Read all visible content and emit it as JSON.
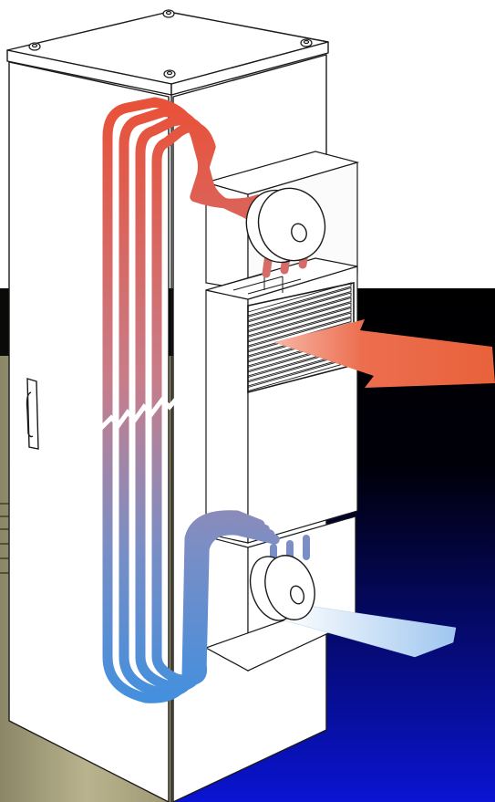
{
  "colors": {
    "page": "#ffffff",
    "dark_top": "#000000",
    "dark_bottom": "#0a14d2",
    "beige": "#b3ad86",
    "hot": "#e8523a",
    "cool": "#4a8fd6",
    "outline": "#1a1a1a",
    "cabinet_face": "#ffffff"
  },
  "icons": {
    "handle": "door-handle-icon",
    "upper_fan": "fan-icon",
    "lower_fan": "fan-icon",
    "bolts": "bolt-icon",
    "heat_outlet": "arrow-right-icon"
  },
  "flow": {
    "exhaust_air": "hot",
    "intake_air": "cool",
    "internal_circuit_channels": 4
  }
}
